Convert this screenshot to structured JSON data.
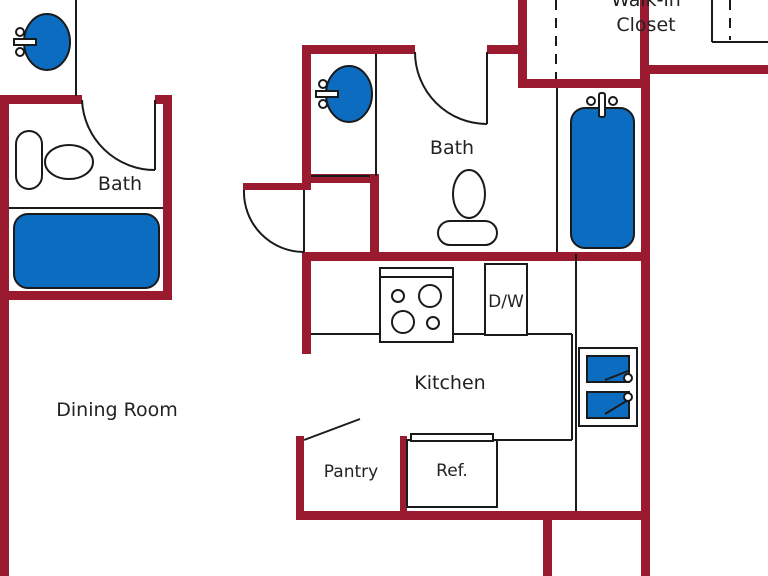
{
  "colors": {
    "wall": "#9a1b2f",
    "fixture_blue": "#0b6cc0",
    "outline": "#1a1a1a",
    "background": "#ffffff"
  },
  "rooms": {
    "walk_in_closet_line1": "Walk-in",
    "walk_in_closet_line2": "Closet",
    "bath_left": "Bath",
    "bath_right": "Bath",
    "kitchen": "Kitchen",
    "dining_room": "Dining Room",
    "pantry": "Pantry"
  },
  "appliances": {
    "dishwasher": "D/W",
    "refrigerator": "Ref."
  }
}
